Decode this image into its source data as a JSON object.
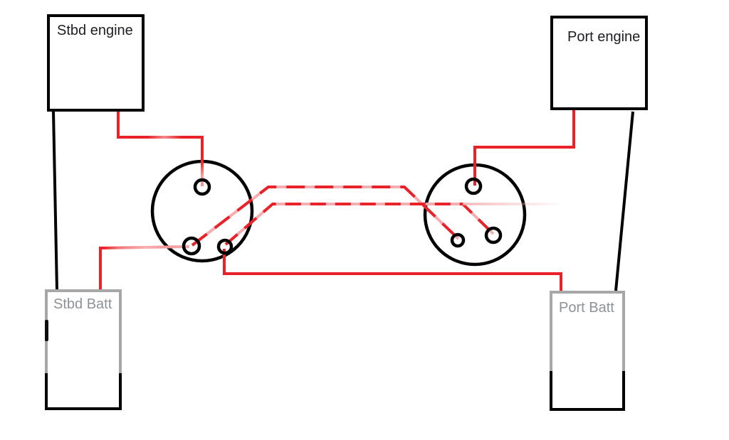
{
  "boxes": {
    "stbd_engine": {
      "label": "Stbd engine"
    },
    "port_engine": {
      "label": "Port engine"
    },
    "stbd_batt": {
      "label": "Stbd Batt"
    },
    "port_batt": {
      "label": "Port Batt"
    }
  },
  "colors": {
    "wire_red": "#e82228",
    "wire_red_pale": "#f6adb0",
    "wire_black": "#000000",
    "switch_outline": "#000000",
    "engine_border": "#000000",
    "engine_text": "#1c1e24",
    "battery_border": "#a7a7a7",
    "battery_border_bottom": "#000000",
    "battery_text": "#8d9299",
    "background": "#ffffff"
  }
}
